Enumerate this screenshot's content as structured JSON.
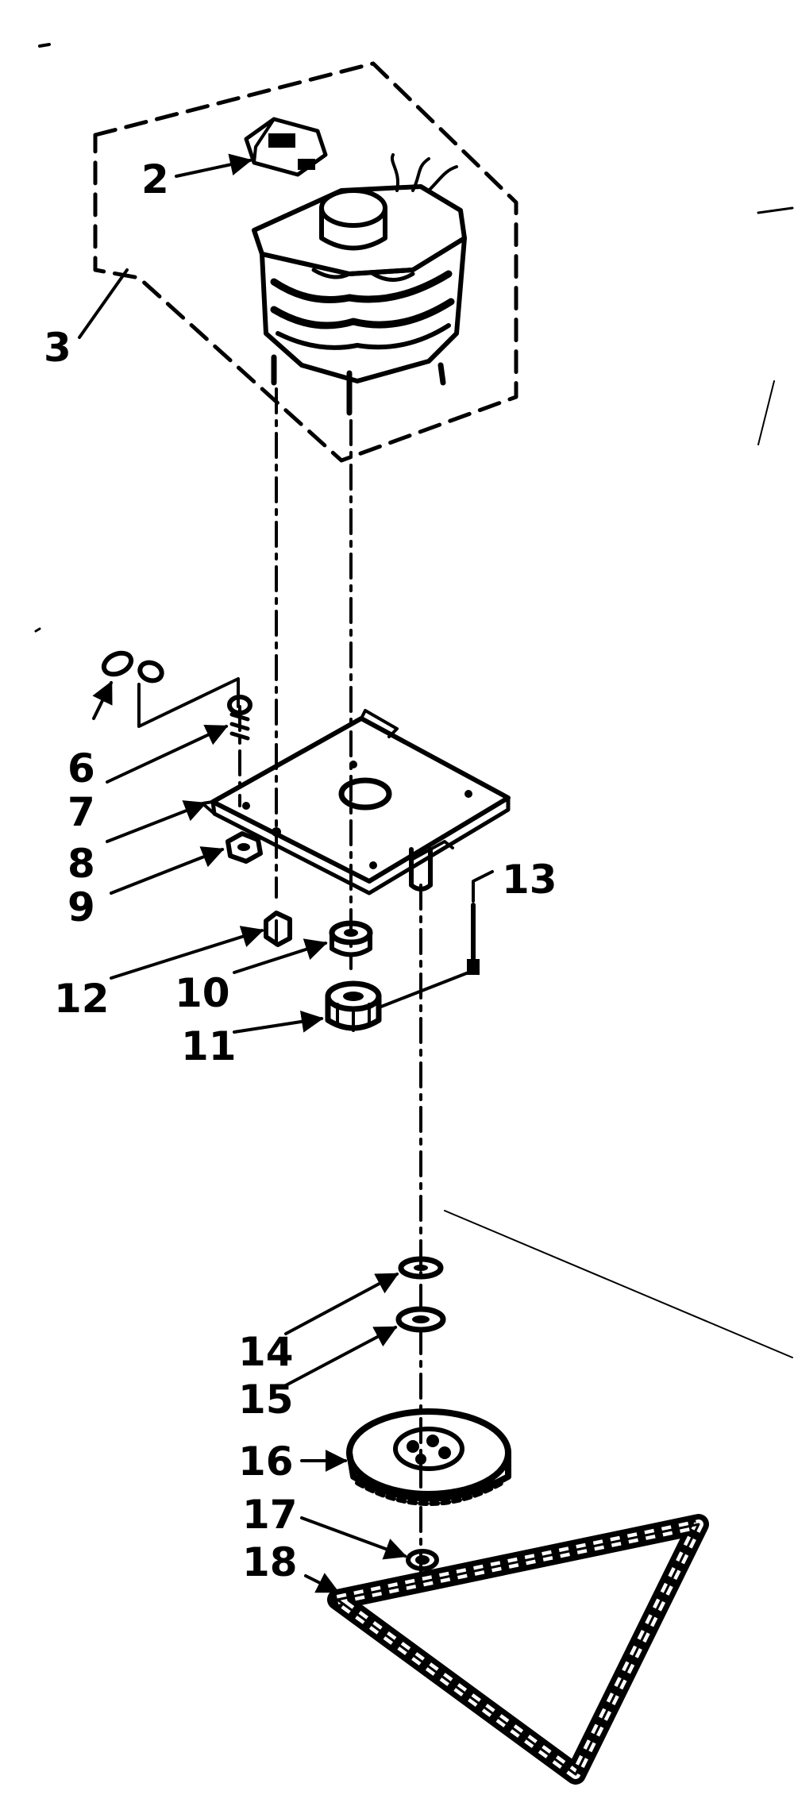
{
  "diagram": {
    "labels": {
      "p2": "2",
      "p3": "3",
      "p6": "6",
      "p7": "7",
      "p8": "8",
      "p9": "9",
      "p10": "10",
      "p11": "11",
      "p12": "12",
      "p13": "13",
      "p14": "14",
      "p15": "15",
      "p16": "16",
      "p17": "17",
      "p18": "18"
    }
  }
}
